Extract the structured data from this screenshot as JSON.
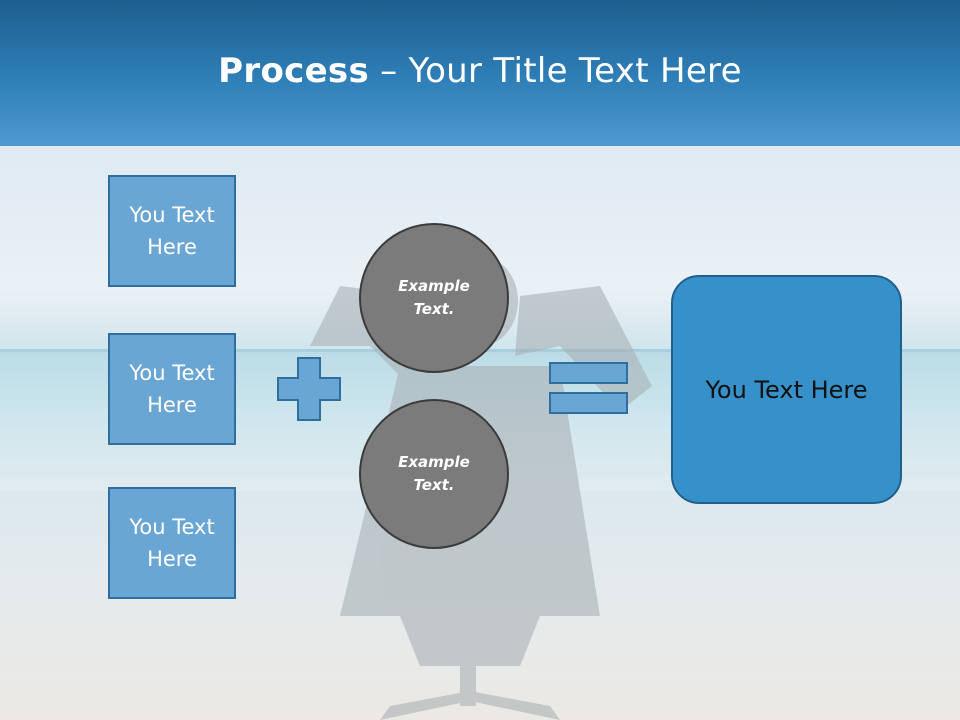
{
  "slide": {
    "title_bold": "Process",
    "title_rest": " – Your Title Text Here",
    "left_boxes": [
      {
        "line1": "You Text",
        "line2": "Here"
      },
      {
        "line1": "You Text",
        "line2": "Here"
      },
      {
        "line1": "You Text",
        "line2": "Here"
      }
    ],
    "circles": [
      {
        "line1": "Example",
        "line2": "Text."
      },
      {
        "line1": "Example",
        "line2": "Text."
      }
    ],
    "result_box": "You Text Here"
  },
  "colors": {
    "header": "#2f7fb8",
    "box_fill": "#6aa6d4",
    "result_fill": "#3691cb",
    "circle_fill": "#7b7b7b"
  },
  "icons": [
    "plus-icon",
    "equals-icon"
  ]
}
